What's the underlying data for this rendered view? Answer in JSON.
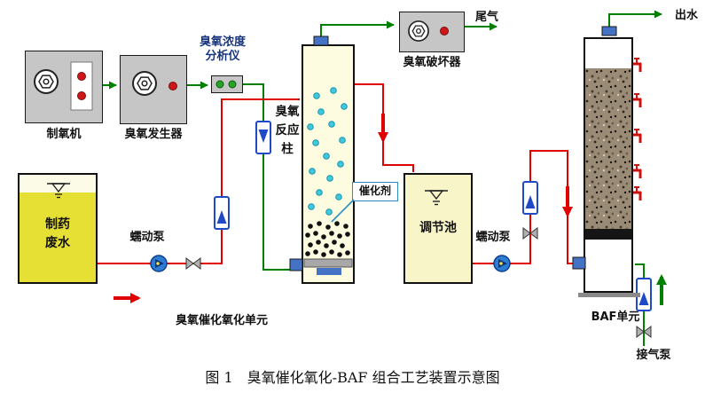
{
  "caption": "图 1　臭氧催化氧化-BAF 组合工艺装置示意图",
  "sections": {
    "ozone_unit": "臭氧催化氧化单元"
  },
  "streams": {
    "tail_gas": "尾气",
    "effluent": "出水"
  },
  "devices": {
    "oxygen_generator": {
      "label": "制氧机"
    },
    "ozone_generator": {
      "label": "臭氧发生器"
    },
    "ozone_analyzer": {
      "label_line1": "臭氧浓度",
      "label_line2": "分析仪"
    },
    "ozone_destructor": {
      "label": "臭氧破坏器"
    },
    "ozone_reaction_column": {
      "label_line1": "臭氧",
      "label_line2": "反应",
      "label_line3": "柱",
      "catalyst_label": "催化剂"
    },
    "wastewater_tank": {
      "label_line1": "制药",
      "label_line2": "废水"
    },
    "regulating_tank": {
      "label": "调节池"
    },
    "peristaltic_pump_1": {
      "label": "蠕动泵"
    },
    "peristaltic_pump_2": {
      "label": "蠕动泵"
    },
    "baf_unit": {
      "label": "BAF单元"
    },
    "air_pump": {
      "label": "接气泵"
    }
  },
  "colors": {
    "gas_line_green": "#008000",
    "liquid_line_red": "#e00000",
    "flowmeter_blue": "#1f49c7",
    "device_gray": "#c6c6c6",
    "tank_yellow": "#e7e034",
    "analyzer_label_blue": "#17357f"
  }
}
